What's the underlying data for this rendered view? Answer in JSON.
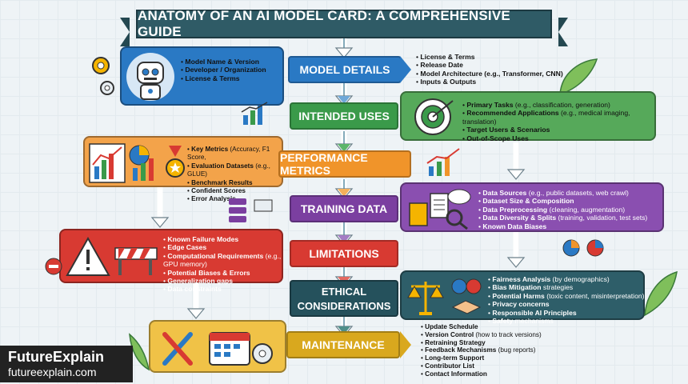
{
  "title": "ANATOMY OF AN AI MODEL CARD: A COMPREHENSIVE GUIDE",
  "colors": {
    "model_details": "#2a79c4",
    "intended_uses": "#3a9a4a",
    "performance": "#f0942a",
    "training": "#7b3fa0",
    "limitations": "#d83a32",
    "ethical": "#25515c",
    "maintenance": "#d9a81e"
  },
  "stages": {
    "model_details": {
      "label": "MODEL DETAILS",
      "left_items": [
        "Model Name & Version",
        "Developer / Organization",
        "License & Terms"
      ],
      "right_items": [
        "License & Terms",
        "Release Date",
        "Model Architecture (e.g., Transformer, CNN)",
        "Inputs & Outputs"
      ]
    },
    "intended_uses": {
      "label": "INTENDED USES",
      "items": [
        {
          "b": "Primary Tasks",
          "t": " (e.g., classification, generation)"
        },
        {
          "b": "Recommended Applications",
          "t": " (e.g., medical imaging, translation)"
        },
        {
          "b": "Target Users & Scenarios",
          "t": ""
        },
        {
          "b": "Out-of-Scope Uses",
          "t": ""
        }
      ]
    },
    "performance": {
      "label": "PERFORMANCE METRICS",
      "items": [
        {
          "b": "Key Metrics",
          "t": " (Accuracy, F1 Score,"
        },
        {
          "b": "Evaluation Datasets",
          "t": " (e.g., GLUE)"
        },
        {
          "b": "Benchmark Results",
          "t": ""
        },
        {
          "b": "Confident Scores",
          "t": ""
        },
        {
          "b": "Error Analysis",
          "t": ""
        }
      ]
    },
    "training": {
      "label": "TRAINING DATA",
      "items": [
        {
          "b": "Data Sources",
          "t": " (e.g., public datasets, web crawl)"
        },
        {
          "b": "Dataset Size & Composition",
          "t": ""
        },
        {
          "b": "Data Preprocessing",
          "t": " (cleaning, augmentation)"
        },
        {
          "b": "Data Diversity & Splits",
          "t": " (training, validation, test sets)"
        },
        {
          "b": "Known Data Biases",
          "t": ""
        }
      ]
    },
    "limitations": {
      "label": "LIMITATIONS",
      "items": [
        {
          "b": "Known Failure Modes",
          "t": ""
        },
        {
          "b": "Edge Cases",
          "t": ""
        },
        {
          "b": "Computational Requirements",
          "t": " (e.g., GPU memory)"
        },
        {
          "b": "Potential Biases & Errors",
          "t": ""
        },
        {
          "b": "Generalization gaps",
          "t": ""
        },
        {
          "b": "Data constraints",
          "t": ""
        }
      ]
    },
    "ethical": {
      "label_line1": "ETHICAL",
      "label_line2": "CONSIDERATIONS",
      "items": [
        {
          "b": "Fairness Analysis",
          "t": " (by demographics)"
        },
        {
          "b": "Bias Mitigation",
          "t": " strategies"
        },
        {
          "b": "Potential Harms",
          "t": " (toxic content, misinterpretation)"
        },
        {
          "b": "Privacy concerns",
          "t": ""
        },
        {
          "b": "Responsible AI Principles",
          "t": ""
        },
        {
          "b": "Safety",
          "t": " mechanisms"
        }
      ]
    },
    "maintenance": {
      "label": "MAINTENANCE",
      "items": [
        {
          "b": "Update Schedule",
          "t": ""
        },
        {
          "b": "Version Control",
          "t": " (how to track versions)"
        },
        {
          "b": "Retraining Strategy",
          "t": ""
        },
        {
          "b": "Feedback Mechanisms",
          "t": " (bug reports)"
        },
        {
          "b": "Long-term Support",
          "t": ""
        },
        {
          "b": "Contributor List",
          "t": ""
        },
        {
          "b": "Contact Information",
          "t": ""
        }
      ]
    }
  },
  "brand": {
    "name": "FutureExplain",
    "url": "futureexplain.com"
  }
}
